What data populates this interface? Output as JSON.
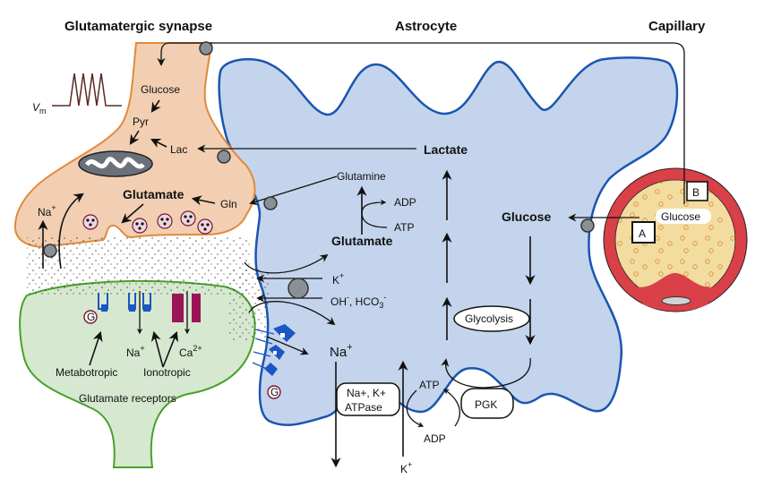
{
  "titles": {
    "synapse": "Glutamatergic synapse",
    "astrocyte": "Astrocyte",
    "capillary": "Capillary"
  },
  "colors": {
    "neuron_fill": "#f2cfb2",
    "neuron_border": "#e08a3c",
    "postsynaptic_fill": "#d6e8cf",
    "postsynaptic_border": "#4aa02a",
    "astrocyte_fill": "#c4d4ec",
    "astrocyte_border": "#1a56b0",
    "capillary_wall": "#d94048",
    "capillary_lumen": "#f3dca0",
    "ionotropic_receptor": "#9c1458",
    "metabotropic_receptor": "#1a56c4",
    "transporter": "#8a9096"
  },
  "presynaptic": {
    "vm_label": "V",
    "vm_sub": "m",
    "glucose": "Glucose",
    "pyr": "Pyr",
    "lac": "Lac",
    "glutamate": "Glutamate",
    "gln": "Gln",
    "na": "Na",
    "na_sup": "+"
  },
  "postsynaptic": {
    "g_label": "G",
    "na": "Na",
    "na_sup": "+",
    "ca": "Ca",
    "ca_sup": "2+",
    "metabotropic": "Metabotropic",
    "ionotropic": "Ionotropic",
    "receptors": "Glutamate receptors"
  },
  "astrocyte": {
    "lactate": "Lactate",
    "glutamine": "Glutamine",
    "adp": "ADP",
    "atp": "ATP",
    "glutamate": "Glutamate",
    "k": "K",
    "k_sup": "+",
    "oh": "OH",
    "oh_sup": "-",
    "hco3": ", HCO",
    "hco3_sub": "3",
    "hco3_sup": "-",
    "na": "Na",
    "na_sup": "+",
    "atpase_line1": "Na+, K+",
    "atpase_line2": "ATPase",
    "atp2": "ATP",
    "adp2": "ADP",
    "k_bottom": "K",
    "k_bottom_sup": "+",
    "pgk": "PGK",
    "glycolysis": "Glycolysis",
    "glucose": "Glucose",
    "g_label": "G"
  },
  "capillary": {
    "glucose": "Glucose",
    "box_a": "A",
    "box_b": "B"
  }
}
